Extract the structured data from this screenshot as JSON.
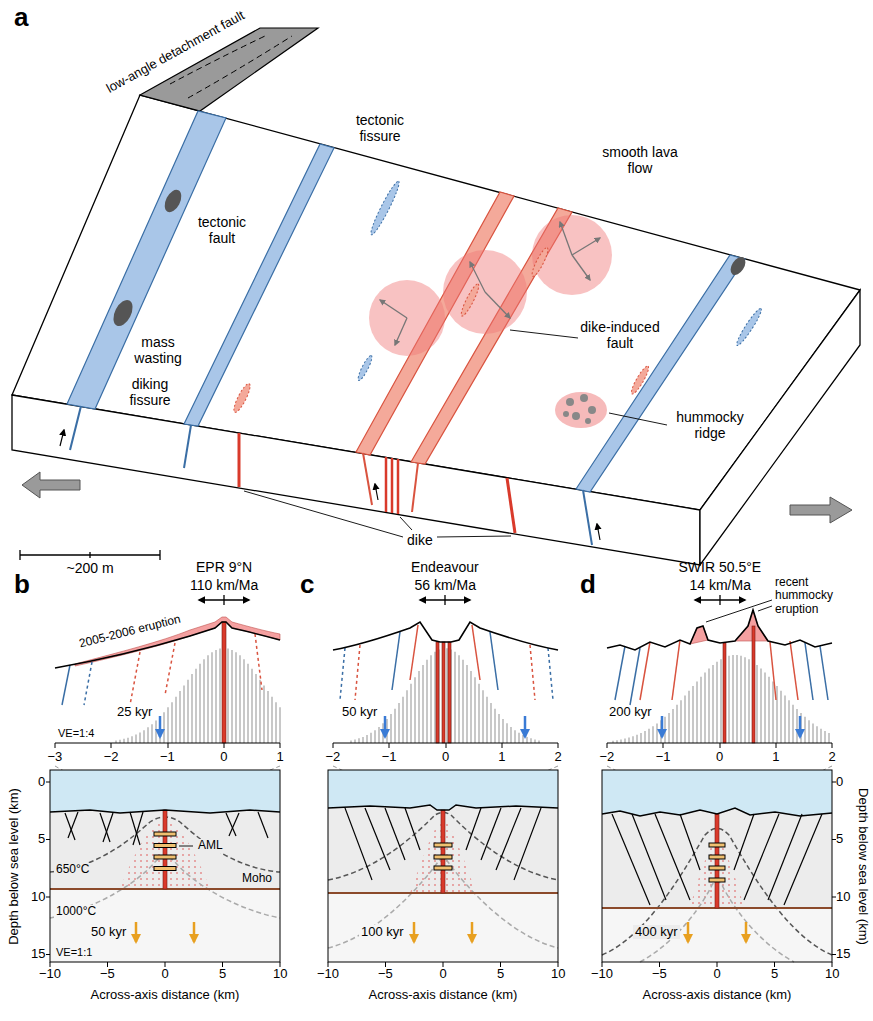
{
  "diagram": {
    "labels": [
      "a",
      "low-angle detachment fault",
      "tectonic fissure",
      "smooth lava flow",
      "tectonic fault",
      "dike-induced fault",
      "mass wasting",
      "diking fissure",
      "hummocky ridge",
      "dike",
      "~200 m",
      "b",
      "EPR 9°N",
      "110 km/Ma",
      "2005-2006 eruption",
      "25 kyr",
      "VE=1:4",
      "−3",
      "−2",
      "−1",
      "0",
      "1",
      "c",
      "Endeavour",
      "56 km/Ma",
      "50 kyr",
      "−2",
      "−1",
      "0",
      "1",
      "2",
      "d",
      "SWIR 50.5°E",
      "14 km/Ma",
      "recent hummocky eruption",
      "200 kyr",
      "−2",
      "−1",
      "0",
      "1",
      "2",
      "AML",
      "650°C",
      "1000°C",
      "Moho",
      "50 kyr",
      "VE=1:1",
      "Depth below sea level (km)",
      "0",
      "5",
      "10",
      "15",
      "−10",
      "−5",
      "0",
      "5",
      "10",
      "Across-axis distance (km)",
      "100 kyr",
      "−10",
      "−5",
      "0",
      "5",
      "10",
      "Across-axis distance (km)",
      "400 kyr",
      "−10",
      "−5",
      "0",
      "5",
      "10",
      "Across-axis distance (km)",
      "0",
      "5",
      "10",
      "15",
      "Depth below sea level (km)"
    ]
  }
}
